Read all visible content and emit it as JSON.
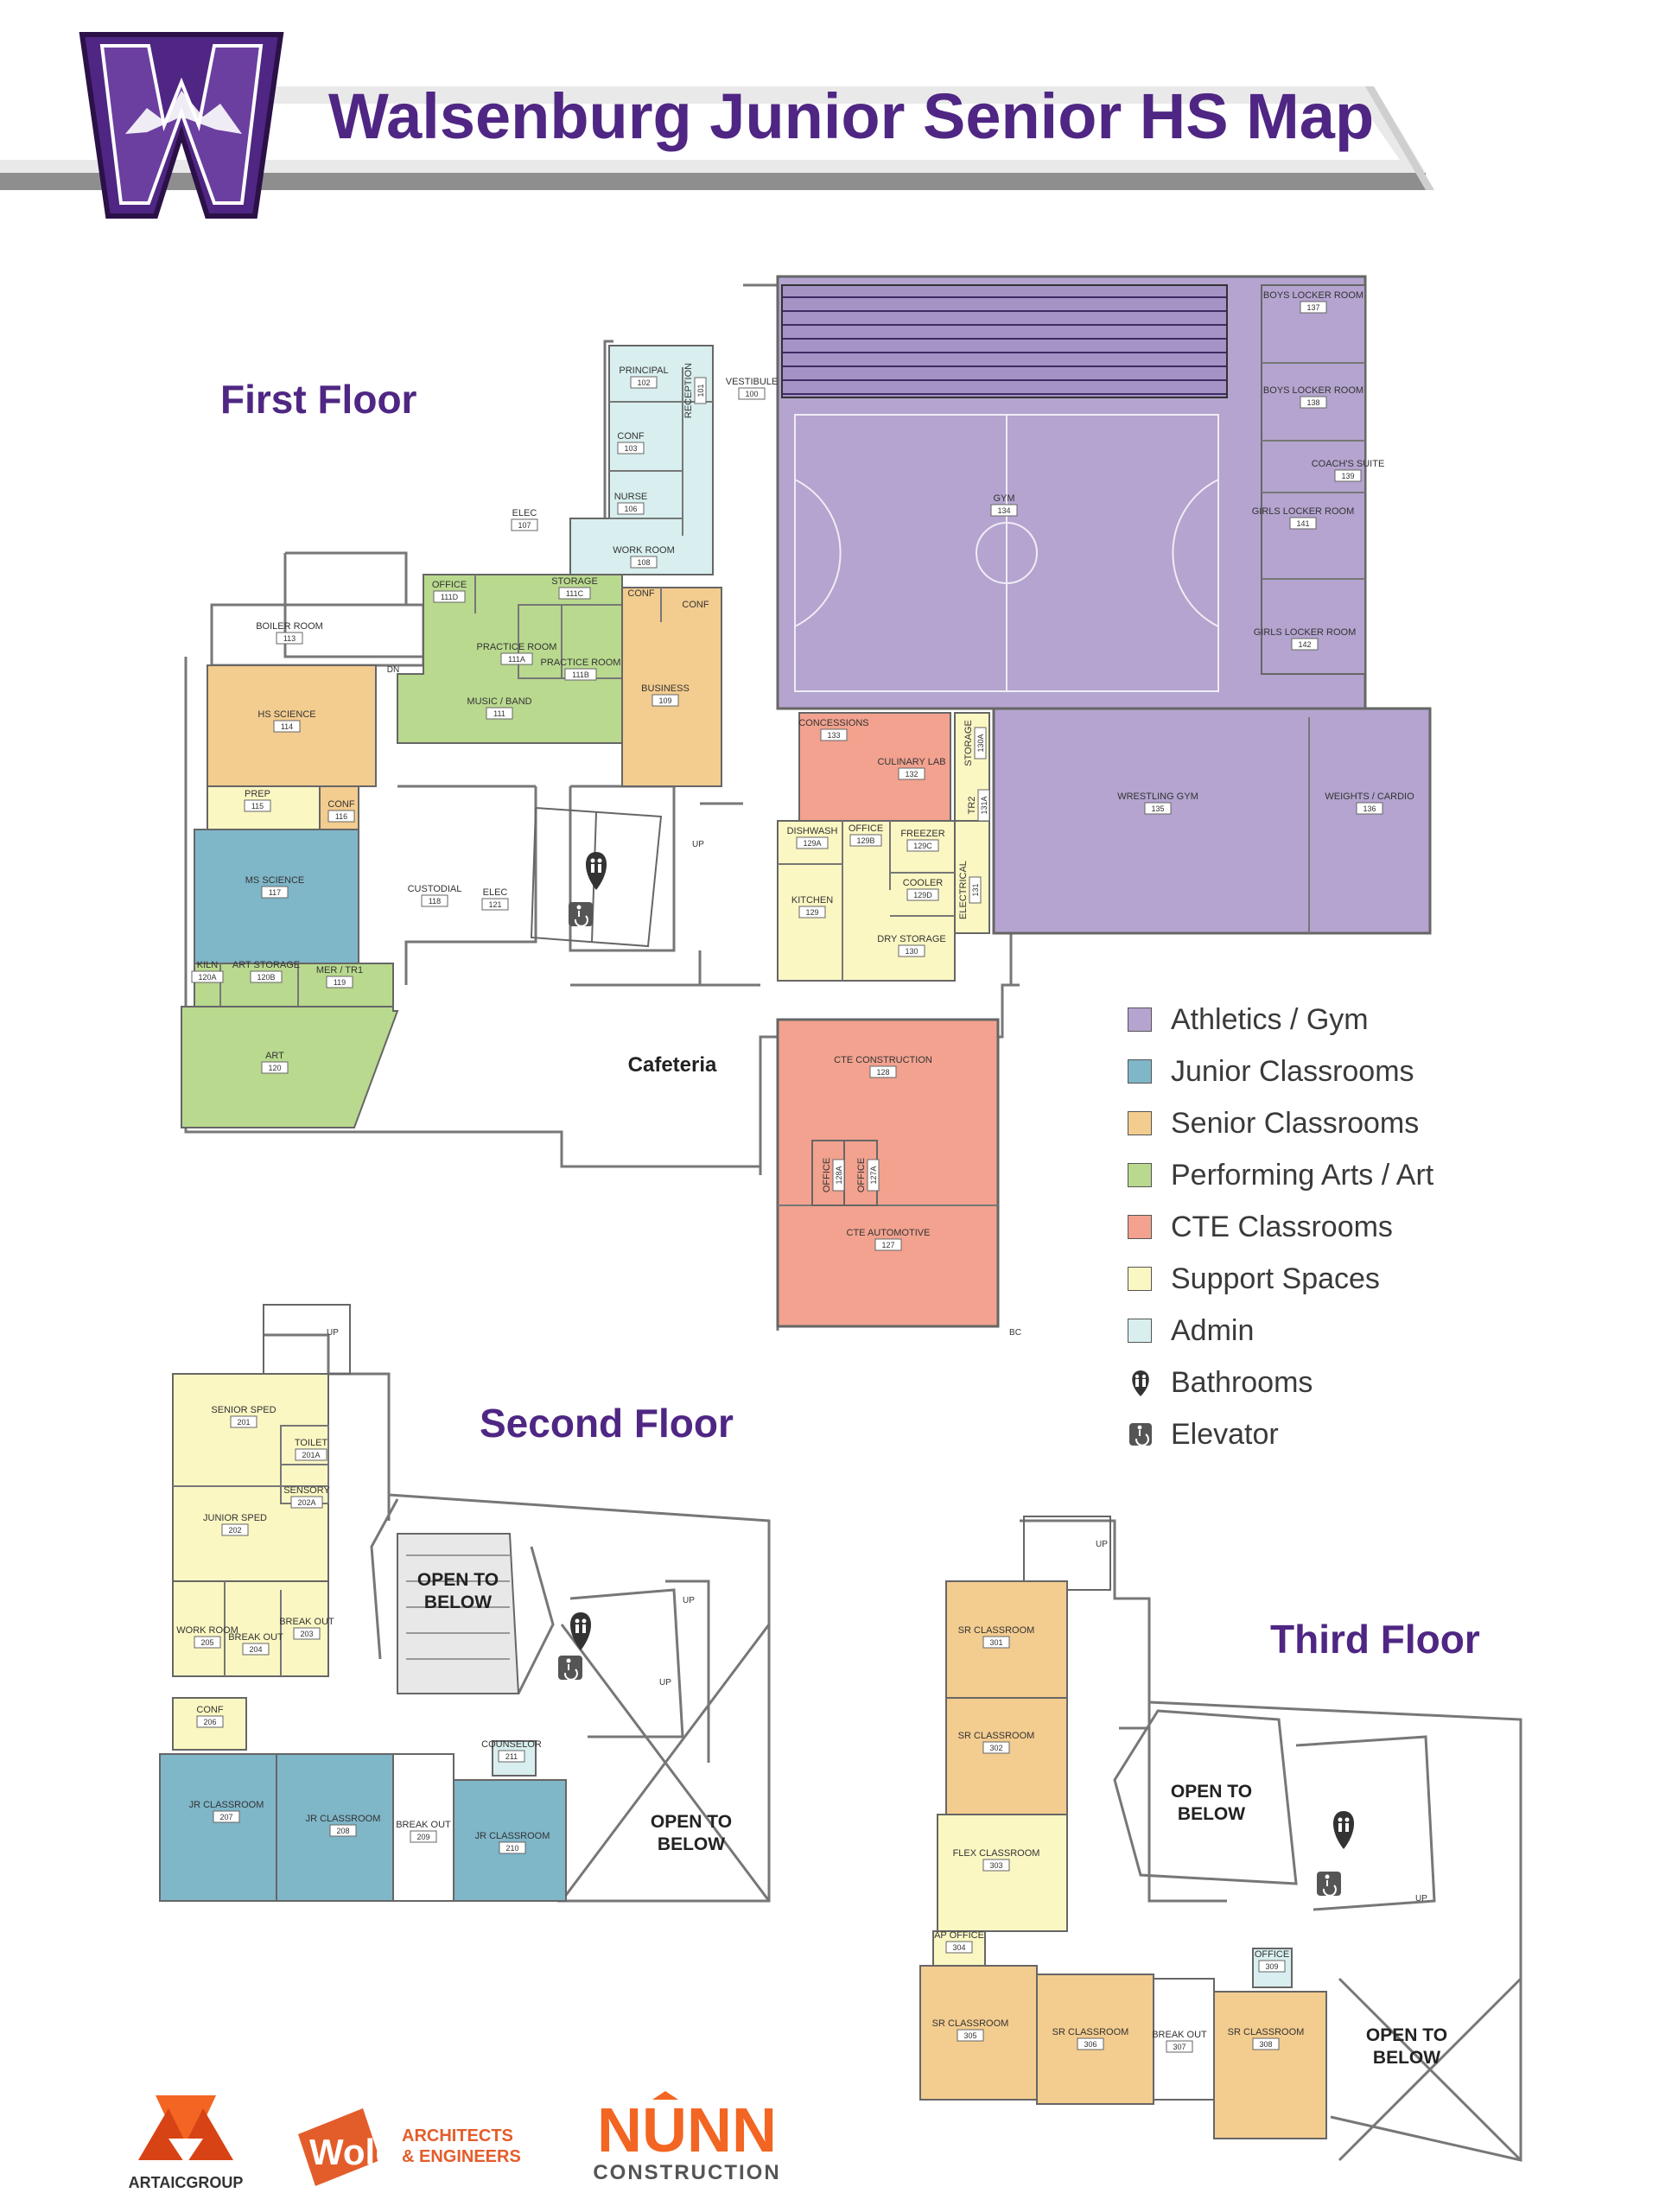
{
  "header": {
    "title": "Walsenburg Junior Senior HS  Map",
    "logo_letter": "W"
  },
  "floors": {
    "first": "First Floor",
    "second": "Second Floor",
    "third": "Third Floor"
  },
  "colors": {
    "athletics": "#b4a4cf",
    "junior": "#7fb6c8",
    "senior": "#f3cc8f",
    "arts": "#b9d98f",
    "cte": "#f2a28f",
    "support": "#fbf7c3",
    "admin": "#d9efef",
    "brand_purple": "#4f2683",
    "wall": "#666666"
  },
  "legend": [
    {
      "label": "Athletics / Gym",
      "color": "#b4a4cf"
    },
    {
      "label": "Junior Classrooms",
      "color": "#7fb6c8"
    },
    {
      "label": "Senior Classrooms",
      "color": "#f3cc8f"
    },
    {
      "label": "Performing Arts / Art",
      "color": "#b9d98f"
    },
    {
      "label": "CTE Classrooms",
      "color": "#f2a28f"
    },
    {
      "label": "Support Spaces",
      "color": "#fbf7c3"
    },
    {
      "label": "Admin",
      "color": "#d9efef"
    },
    {
      "label": "Bathrooms",
      "icon": "bathroom-icon"
    },
    {
      "label": "Elevator",
      "icon": "elevator-icon"
    }
  ],
  "rooms": {
    "principal": {
      "name": "PRINCIPAL",
      "num": "102"
    },
    "reception": {
      "name": "RECEPTION",
      "num": "101"
    },
    "vestibule": {
      "name": "VESTIBULE",
      "num": "100"
    },
    "conf103": {
      "name": "CONF",
      "num": "103"
    },
    "nurse": {
      "name": "NURSE",
      "num": "106"
    },
    "elec107": {
      "name": "ELEC",
      "num": "107"
    },
    "workroom108": {
      "name": "WORK ROOM",
      "num": "108"
    },
    "office111d": {
      "name": "OFFICE",
      "num": "111D"
    },
    "storage111c": {
      "name": "STORAGE",
      "num": "111C"
    },
    "conf_a": {
      "name": "CONF",
      "num": ""
    },
    "conf_b": {
      "name": "CONF",
      "num": ""
    },
    "practice111a": {
      "name": "PRACTICE ROOM",
      "num": "111A"
    },
    "practice111b": {
      "name": "PRACTICE ROOM",
      "num": "111B"
    },
    "music": {
      "name": "MUSIC / BAND",
      "num": "111"
    },
    "business": {
      "name": "BUSINESS",
      "num": "109"
    },
    "boiler": {
      "name": "BOILER ROOM",
      "num": "113"
    },
    "hsscience": {
      "name": "HS SCIENCE",
      "num": "114"
    },
    "prep": {
      "name": "PREP",
      "num": "115"
    },
    "conf116": {
      "name": "CONF",
      "num": "116"
    },
    "msscience": {
      "name": "MS SCIENCE",
      "num": "117"
    },
    "custodial": {
      "name": "CUSTODIAL",
      "num": "118"
    },
    "elec121": {
      "name": "ELEC",
      "num": "121"
    },
    "kiln": {
      "name": "KILN",
      "num": "120A"
    },
    "artstorage": {
      "name": "ART STORAGE",
      "num": "120B"
    },
    "mertr1": {
      "name": "MER / TR1",
      "num": "119"
    },
    "art": {
      "name": "ART",
      "num": "120"
    },
    "cafeteria": {
      "name": "Cafeteria"
    },
    "gym": {
      "name": "GYM",
      "num": "134"
    },
    "boyslocker137": {
      "name": "BOYS LOCKER ROOM",
      "num": "137"
    },
    "boyslocker138": {
      "name": "BOYS LOCKER ROOM",
      "num": "138"
    },
    "coachsuite": {
      "name": "COACH'S SUITE",
      "num": "139"
    },
    "girlslocker141": {
      "name": "GIRLS LOCKER ROOM",
      "num": "141"
    },
    "girlslocker142": {
      "name": "GIRLS LOCKER ROOM",
      "num": "142"
    },
    "concessions": {
      "name": "CONCESSIONS",
      "num": "133"
    },
    "culinary": {
      "name": "CULINARY LAB",
      "num": "132"
    },
    "storage130a": {
      "name": "STORAGE",
      "num": "130A"
    },
    "tr2": {
      "name": "TR2",
      "num": "131A"
    },
    "electrical": {
      "name": "ELECTRICAL",
      "num": "131"
    },
    "wrestling": {
      "name": "WRESTLING GYM",
      "num": "135"
    },
    "weights": {
      "name": "WEIGHTS / CARDIO",
      "num": "136"
    },
    "dishwash": {
      "name": "DISHWASH",
      "num": "129A"
    },
    "office129b": {
      "name": "OFFICE",
      "num": "129B"
    },
    "freezer": {
      "name": "FREEZER",
      "num": "129C"
    },
    "kitchen": {
      "name": "KITCHEN",
      "num": "129"
    },
    "cooler": {
      "name": "COOLER",
      "num": "129D"
    },
    "drystorage": {
      "name": "DRY STORAGE",
      "num": "130"
    },
    "cteconstruction": {
      "name": "CTE CONSTRUCTION",
      "num": "128"
    },
    "office128a": {
      "name": "OFFICE",
      "num": "128A"
    },
    "office127a": {
      "name": "OFFICE",
      "num": "127A"
    },
    "cteautomotive": {
      "name": "CTE AUTOMOTIVE",
      "num": "127"
    },
    "seniorsped": {
      "name": "SENIOR SPED",
      "num": "201"
    },
    "toilet": {
      "name": "TOILET",
      "num": "201A"
    },
    "sensory": {
      "name": "SENSORY",
      "num": "202A"
    },
    "juniorsped": {
      "name": "JUNIOR SPED",
      "num": "202"
    },
    "workroom205": {
      "name": "WORK ROOM",
      "num": "205"
    },
    "breakout204": {
      "name": "BREAK OUT",
      "num": "204"
    },
    "breakout203": {
      "name": "BREAK OUT",
      "num": "203"
    },
    "conf206": {
      "name": "CONF",
      "num": "206"
    },
    "counselor": {
      "name": "COUNSELOR",
      "num": "211"
    },
    "jr207": {
      "name": "JR CLASSROOM",
      "num": "207"
    },
    "jr208": {
      "name": "JR CLASSROOM",
      "num": "208"
    },
    "breakout209": {
      "name": "BREAK OUT",
      "num": "209"
    },
    "jr210": {
      "name": "JR CLASSROOM",
      "num": "210"
    },
    "sr301": {
      "name": "SR CLASSROOM",
      "num": "301"
    },
    "sr302": {
      "name": "SR CLASSROOM",
      "num": "302"
    },
    "flex303": {
      "name": "FLEX CLASSROOM",
      "num": "303"
    },
    "apoffice": {
      "name": "AP OFFICE",
      "num": "304"
    },
    "office309": {
      "name": "OFFICE",
      "num": "309"
    },
    "sr305": {
      "name": "SR CLASSROOM",
      "num": "305"
    },
    "sr306": {
      "name": "SR CLASSROOM",
      "num": "306"
    },
    "breakout307": {
      "name": "BREAK OUT",
      "num": "307"
    },
    "sr308": {
      "name": "SR CLASSROOM",
      "num": "308"
    }
  },
  "open_to_below": "OPEN TO BELOW",
  "marks": {
    "up": "UP",
    "dn": "DN",
    "bc": "BC"
  },
  "sponsors": {
    "artaic": "ARTAICGROUP",
    "wold": "Wold",
    "wold_sub1": "ARCHITECTS",
    "wold_sub2": "& ENGINEERS",
    "nunn": "NUNN",
    "nunn_sub": "CONSTRUCTION"
  }
}
